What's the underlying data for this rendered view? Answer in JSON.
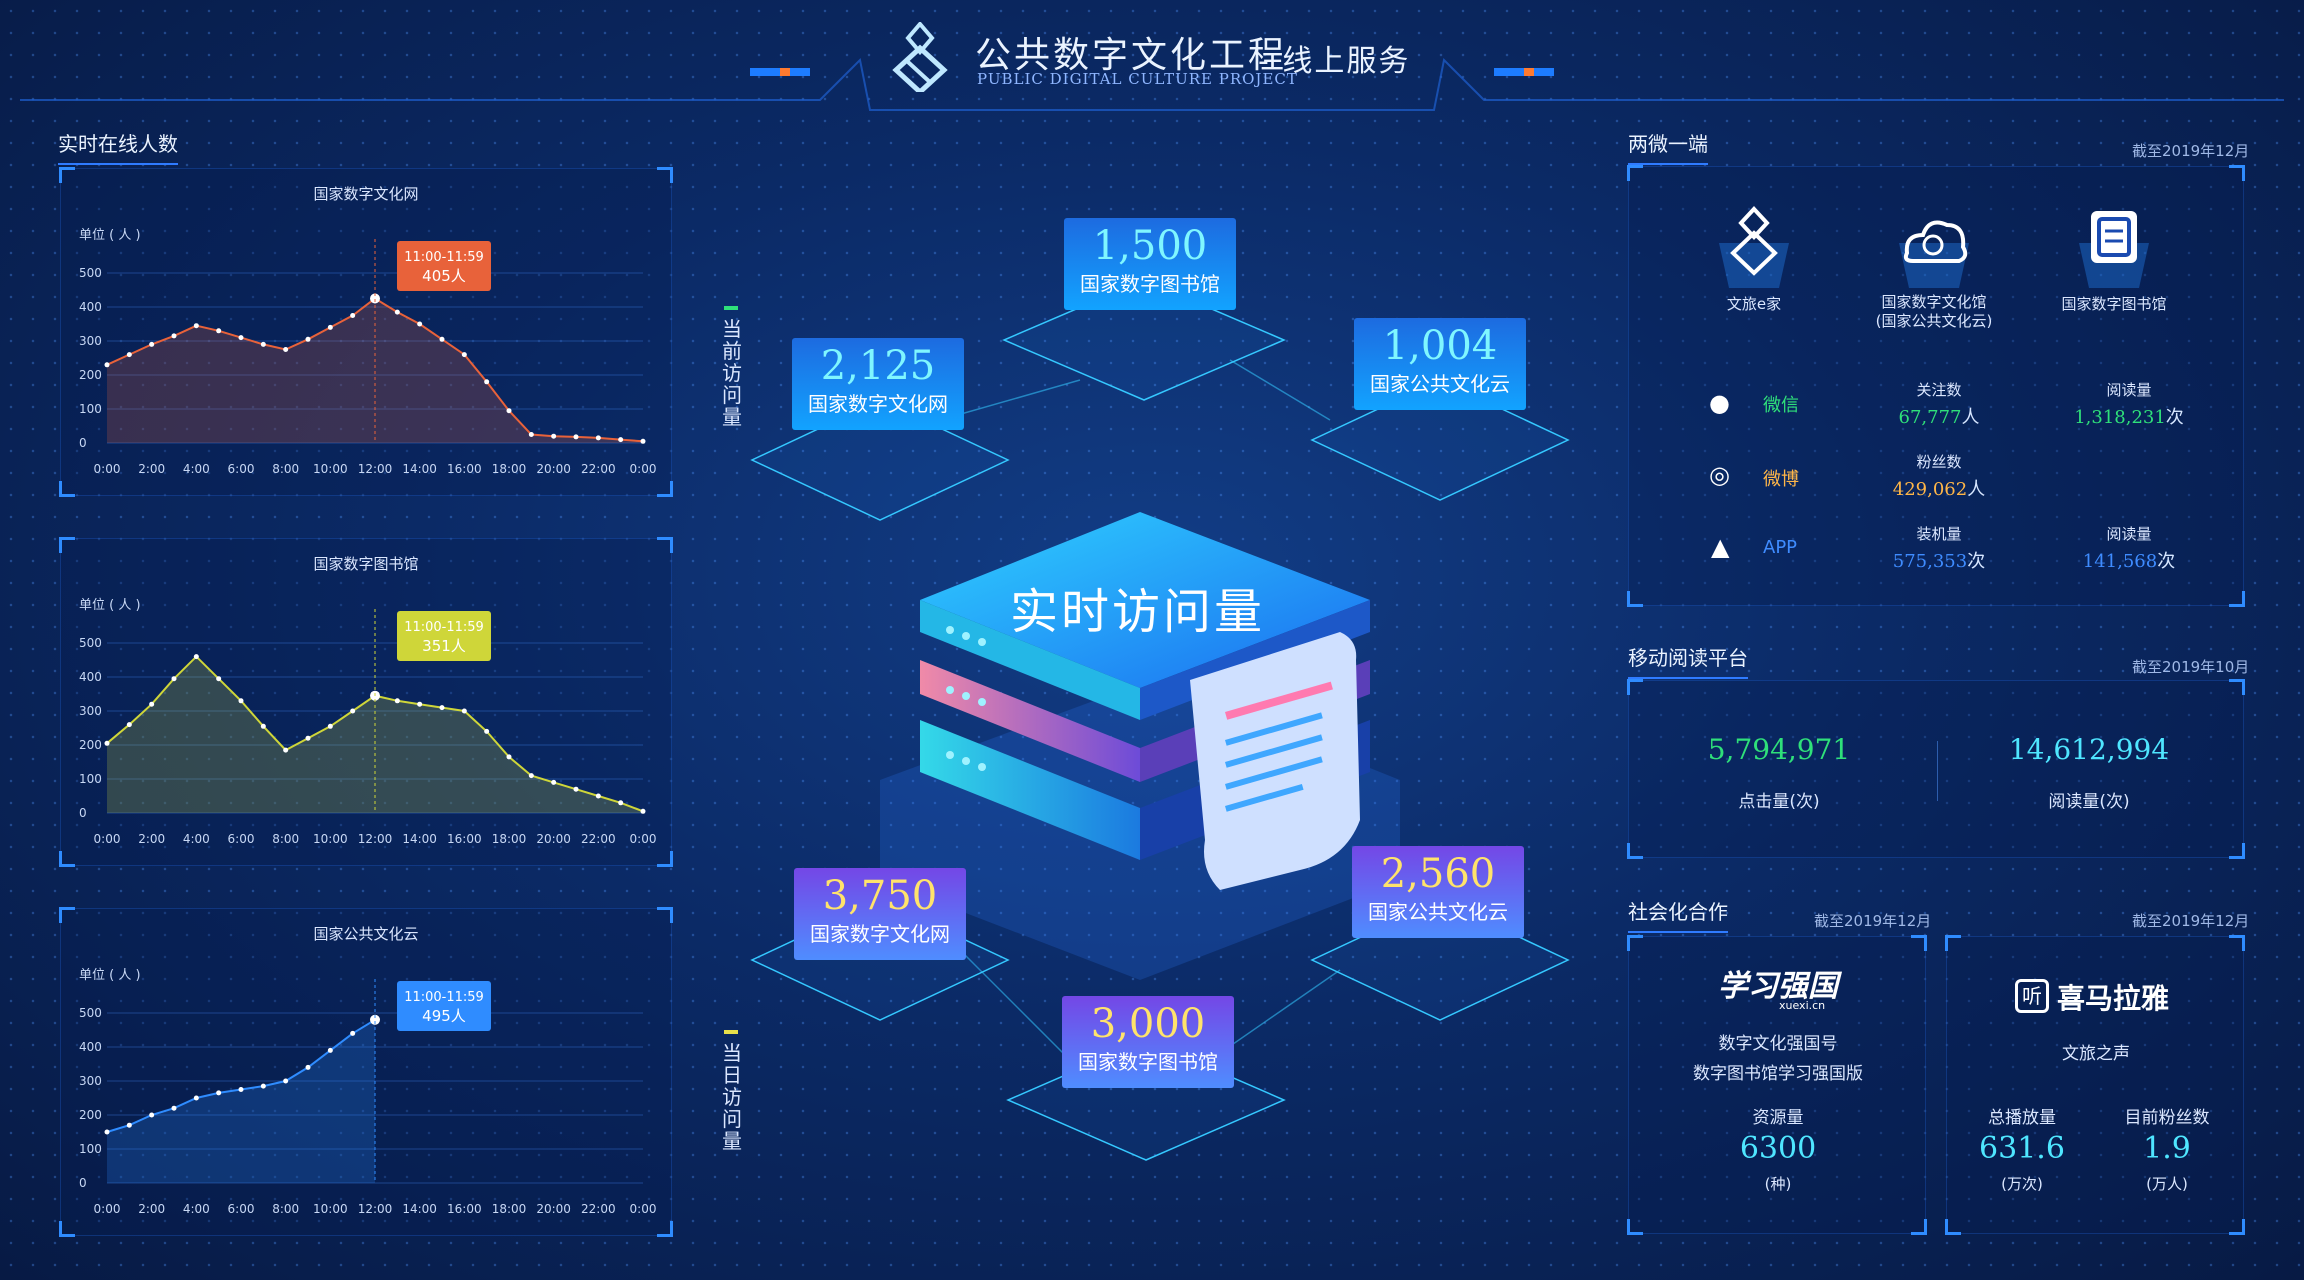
{
  "header": {
    "title_cn": "公共数字文化工程",
    "title_en": "PUBLIC DIGITAL CULTURE PROJECT",
    "subtitle": "- 线上服务"
  },
  "left": {
    "section_title": "实时在线人数",
    "unit": "单位 ( 人 )",
    "x_ticks": [
      "0:00",
      "2:00",
      "4:00",
      "6:00",
      "8:00",
      "10:00",
      "12:00",
      "14:00",
      "16:00",
      "18:00",
      "20:00",
      "22:00",
      "0:00"
    ],
    "y_ticks": [
      "0",
      "100",
      "200",
      "300",
      "400",
      "500"
    ],
    "charts": [
      {
        "title": "国家数字文化网",
        "color": "#e8623a",
        "tip_time": "11:00-11:59",
        "tip_value": "405人",
        "highlight_index": 12,
        "values": [
          230,
          260,
          290,
          315,
          345,
          330,
          310,
          290,
          275,
          305,
          340,
          375,
          425,
          385,
          350,
          305,
          260,
          180,
          95,
          25,
          20,
          18,
          15,
          10,
          5
        ]
      },
      {
        "title": "国家数字图书馆",
        "color": "#cfd639",
        "tip_time": "11:00-11:59",
        "tip_value": "351人",
        "highlight_index": 12,
        "values": [
          205,
          260,
          320,
          395,
          460,
          395,
          330,
          255,
          185,
          220,
          255,
          300,
          345,
          330,
          320,
          310,
          300,
          240,
          165,
          110,
          90,
          70,
          50,
          30,
          5
        ]
      },
      {
        "title": "国家公共文化云",
        "color": "#2f8cff",
        "tip_time": "11:00-11:59",
        "tip_value": "495人",
        "highlight_index": 12,
        "values": [
          150,
          170,
          200,
          220,
          250,
          265,
          275,
          285,
          300,
          340,
          390,
          440,
          480
        ]
      }
    ]
  },
  "center": {
    "title": "实时访问量",
    "side_top": "当前访问量",
    "side_bottom": "当日访问量",
    "cards": [
      {
        "num": "1,500",
        "label": "国家数字图书馆"
      },
      {
        "num": "2,125",
        "label": "国家数字文化网"
      },
      {
        "num": "1,004",
        "label": "国家公共文化云"
      },
      {
        "num": "3,750",
        "label": "国家数字文化网"
      },
      {
        "num": "3,000",
        "label": "国家数字图书馆"
      },
      {
        "num": "2,560",
        "label": "国家公共文化云"
      }
    ]
  },
  "right": {
    "two_micro": {
      "title": "两微一端",
      "note": "截至2019年12月",
      "apps": [
        "文旅e家",
        "国家数字文化馆\n(国家公共文化云)",
        "国家数字图书馆"
      ],
      "rows": [
        {
          "name": "微信",
          "color": "#2fe07a",
          "m1_label": "关注数",
          "m1_value": "67,777",
          "m1_unit": "人",
          "m2_label": "阅读量",
          "m2_value": "1,318,231",
          "m2_unit": "次"
        },
        {
          "name": "微博",
          "color": "#ffb648",
          "m1_label": "粉丝数",
          "m1_value": "429,062",
          "m1_unit": "人",
          "m2_label": "",
          "m2_value": "",
          "m2_unit": ""
        },
        {
          "name": "APP",
          "color": "#3f8cff",
          "m1_label": "装机量",
          "m1_value": "575,353",
          "m1_unit": "次",
          "m2_label": "阅读量",
          "m2_value": "141,568",
          "m2_unit": "次"
        }
      ]
    },
    "mobile": {
      "title": "移动阅读平台",
      "note": "截至2019年10月",
      "clicks_value": "5,794,971",
      "clicks_label": "点击量(次)",
      "reads_value": "14,612,994",
      "reads_label": "阅读量(次)"
    },
    "social": {
      "title": "社会化合作",
      "note_left": "截至2019年12月",
      "note_right": "截至2019年12月",
      "left": {
        "brand": "学习强国",
        "brand_url": "xuexi.cn",
        "line1": "数字文化强国号",
        "line2": "数字图书馆学习强国版",
        "metric_label": "资源量",
        "metric_value": "6300",
        "metric_unit": "(种)"
      },
      "right": {
        "brand": "喜马拉雅",
        "brand_icon": "听",
        "line1": "文旅之声",
        "m1_label": "总播放量",
        "m1_value": "631.6",
        "m1_unit": "(万次)",
        "m2_label": "目前粉丝数",
        "m2_value": "1.9",
        "m2_unit": "(万人)"
      }
    }
  }
}
